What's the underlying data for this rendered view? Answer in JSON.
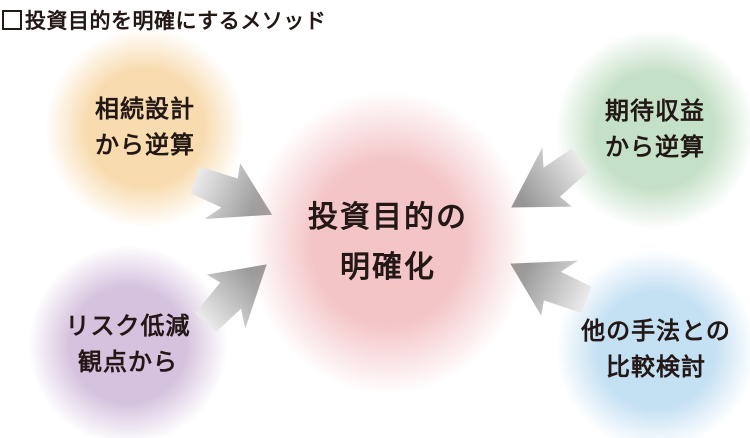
{
  "title": {
    "marker": "□",
    "text": "投資目的を明確にするメソッド"
  },
  "center_bubble": {
    "id": "investment-purpose-clarification",
    "lines": [
      "投資目的の",
      "明確化"
    ],
    "color": "#f4c5c7"
  },
  "bubbles": [
    {
      "id": "inheritance-planning",
      "lines": [
        "相続設計",
        "から逆算"
      ],
      "color": "#f8dbae",
      "position": "top-left"
    },
    {
      "id": "expected-return",
      "lines": [
        "期待収益",
        "から逆算"
      ],
      "color": "#c4e0c6",
      "position": "top-right"
    },
    {
      "id": "risk-reduction",
      "lines": [
        "リスク低減",
        "観点から"
      ],
      "color": "#d5c2de",
      "position": "bottom-left"
    },
    {
      "id": "method-comparison",
      "lines": [
        "他の手法との",
        "比較検討"
      ],
      "color": "#c4e0f3",
      "position": "bottom-right"
    }
  ],
  "arrows": [
    {
      "name": "arrow-from-inheritance",
      "direction": "down-right-toward-center"
    },
    {
      "name": "arrow-from-risk",
      "direction": "up-right-toward-center"
    },
    {
      "name": "arrow-from-return",
      "direction": "down-left-toward-center"
    },
    {
      "name": "arrow-from-comparison",
      "direction": "up-left-toward-center"
    }
  ],
  "colors": {
    "text": "#231815",
    "background": "#ffffff",
    "arrow_light": "#ececec",
    "arrow_dark": "#878787"
  }
}
